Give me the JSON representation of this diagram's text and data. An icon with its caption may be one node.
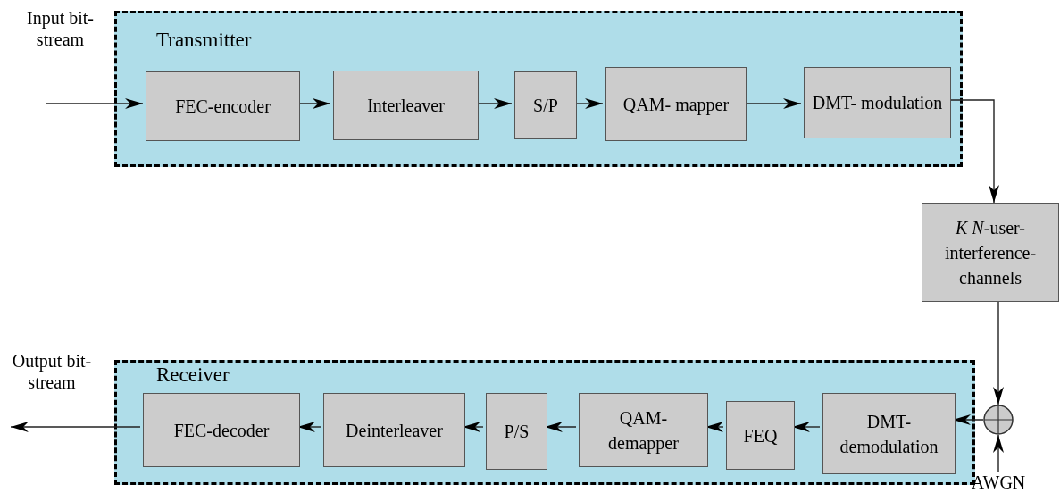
{
  "diagram": {
    "nodes": [
      {
        "text": [
          "Transmitter"
        ]
      },
      {
        "text": [
          "FEC-encoder"
        ],
        "in": 0
      },
      {
        "text": [
          "Interleaver"
        ],
        "in": 0
      },
      {
        "text": [
          "S/P"
        ],
        "in": 0
      },
      {
        "text": [
          "QAM- mapper"
        ],
        "in": 0
      },
      {
        "text": [
          "DMT- modulation"
        ],
        "in": 0
      },
      {
        "text": [
          "*K N*-user- interference- channels"
        ]
      },
      {
        "text": [
          "Receiver"
        ]
      },
      {
        "text": [
          "DMT- demodulation"
        ],
        "in": 7
      },
      {
        "text": [
          "FEQ"
        ],
        "in": 7
      },
      {
        "text": [
          "QAM- demapper"
        ],
        "in": 7
      },
      {
        "text": [
          "P/S"
        ],
        "in": 7
      },
      {
        "text": [
          "Deinterleaver"
        ],
        "in": 7
      },
      {
        "text": [
          "FEC-decoder"
        ],
        "in": 7
      },
      {
        "text": [],
        "shape": "circle"
      },
      {
        "text": [
          "Input bit-stream"
        ]
      },
      {
        "text": [
          "Output bit-stream"
        ]
      },
      {
        "text": [
          "AWGN"
        ]
      }
    ],
    "edges": [
      {
        "from": 15,
        "to": 1,
        "arrow": "to"
      },
      {
        "from": 1,
        "to": 2,
        "arrow": "to"
      },
      {
        "from": 2,
        "to": 3,
        "arrow": "to"
      },
      {
        "from": 3,
        "to": 4,
        "arrow": "to"
      },
      {
        "from": 4,
        "to": 5,
        "arrow": "to"
      },
      {
        "from": 5,
        "to": 6,
        "arrow": "to"
      },
      {
        "from": 6,
        "to": 14,
        "arrow": "to"
      },
      {
        "from": 17,
        "to": 14,
        "arrow": "to"
      },
      {
        "from": 14,
        "to": 8,
        "arrow": "to"
      },
      {
        "from": 8,
        "to": 9,
        "arrow": "to"
      },
      {
        "from": 9,
        "to": 10,
        "arrow": "to"
      },
      {
        "from": 10,
        "to": 11,
        "arrow": "to"
      },
      {
        "from": 11,
        "to": 12,
        "arrow": "to"
      },
      {
        "from": 12,
        "to": 13,
        "arrow": "to"
      },
      {
        "from": 13,
        "to": 16,
        "arrow": "to"
      }
    ]
  }
}
